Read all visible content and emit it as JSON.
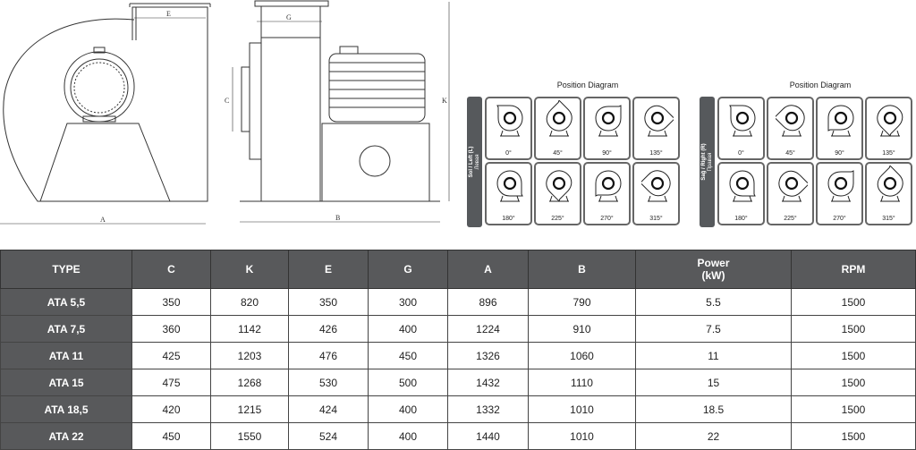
{
  "drawing_labels": {
    "A": "A",
    "B": "B",
    "C": "C",
    "E": "E",
    "G": "G",
    "K": "K"
  },
  "position_diagrams": [
    {
      "title": "Position Diagram",
      "side_label_1": "Sol / Left (L)",
      "side_label_2": "Левая",
      "angles": [
        "0°",
        "45°",
        "90°",
        "135°",
        "180°",
        "225°",
        "270°",
        "315°"
      ]
    },
    {
      "title": "Position Diagram",
      "side_label_1": "Sağ / Right (R)",
      "side_label_2": "Правая",
      "angles": [
        "0°",
        "45°",
        "90°",
        "135°",
        "180°",
        "225°",
        "270°",
        "315°"
      ]
    }
  ],
  "table": {
    "headers": [
      "TYPE",
      "C",
      "K",
      "E",
      "G",
      "A",
      "B",
      "Power",
      "(kW)",
      "RPM"
    ],
    "rows": [
      [
        "ATA 5,5",
        "350",
        "820",
        "350",
        "300",
        "896",
        "790",
        "5.5",
        "1500"
      ],
      [
        "ATA 7,5",
        "360",
        "1142",
        "426",
        "400",
        "1224",
        "910",
        "7.5",
        "1500"
      ],
      [
        "ATA 11",
        "425",
        "1203",
        "476",
        "450",
        "1326",
        "1060",
        "11",
        "1500"
      ],
      [
        "ATA 15",
        "475",
        "1268",
        "530",
        "500",
        "1432",
        "1110",
        "15",
        "1500"
      ],
      [
        "ATA 18,5",
        "420",
        "1215",
        "424",
        "400",
        "1332",
        "1010",
        "18.5",
        "1500"
      ],
      [
        "ATA 22",
        "450",
        "1550",
        "524",
        "400",
        "1440",
        "1010",
        "22",
        "1500"
      ]
    ]
  }
}
